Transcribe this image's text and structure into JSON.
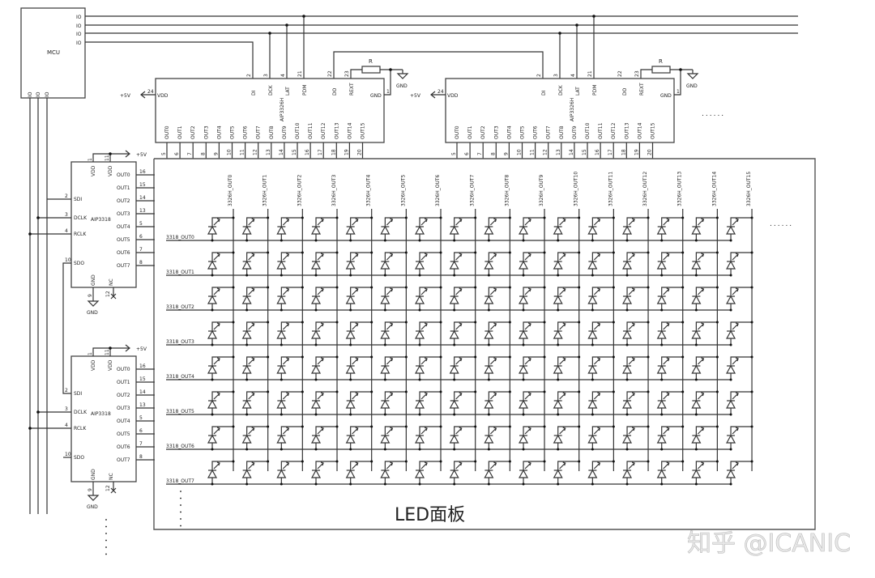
{
  "mcu": {
    "label": "MCU",
    "right_pins": [
      "IO",
      "IO",
      "IO",
      "IO"
    ],
    "bottom_pins": [
      "IO",
      "IO",
      "IO"
    ]
  },
  "driver_3326": {
    "part": "AIP3326H",
    "top_pins": [
      {
        "num": "2",
        "name": "DI"
      },
      {
        "num": "3",
        "name": "DCK"
      },
      {
        "num": "4",
        "name": "LAT"
      },
      {
        "num": "21",
        "name": "PDM"
      },
      {
        "num": "22",
        "name": "DO"
      },
      {
        "num": "23",
        "name": "REXT"
      }
    ],
    "vdd": {
      "num": "24",
      "name": "VDD",
      "supply": "+5V"
    },
    "gnd": {
      "num": "1",
      "name": "GND"
    },
    "resistor": "R",
    "gnd_symbol": "GND",
    "outputs": [
      "OUT0",
      "OUT1",
      "OUT2",
      "OUT3",
      "OUT4",
      "OUT5",
      "OUT6",
      "OUT7",
      "OUT8",
      "OUT9",
      "OUT10",
      "OUT11",
      "OUT12",
      "OUT13",
      "OUT14",
      "OUT15"
    ],
    "output_pins": [
      "5",
      "6",
      "7",
      "8",
      "9",
      "10",
      "11",
      "12",
      "13",
      "14",
      "15",
      "16",
      "17",
      "18",
      "19",
      "20"
    ]
  },
  "driver_3318": {
    "part": "AIP3318",
    "vdd_pins": [
      {
        "num": "1",
        "name": "VDD"
      },
      {
        "num": "11",
        "name": "VDD"
      }
    ],
    "supply": "+5V",
    "left_pins": [
      {
        "num": "2",
        "name": "SDI"
      },
      {
        "num": "3",
        "name": "DCLK"
      },
      {
        "num": "4",
        "name": "RCLK"
      },
      {
        "num": "10",
        "name": "SDO"
      }
    ],
    "outputs": [
      "OUT0",
      "OUT1",
      "OUT2",
      "OUT3",
      "OUT4",
      "OUT5",
      "OUT6",
      "OUT7"
    ],
    "output_pins": [
      "16",
      "15",
      "14",
      "13",
      "5",
      "6",
      "7",
      "8"
    ],
    "bottom_pins": [
      {
        "num": "9",
        "name": "GND"
      },
      {
        "num": "12",
        "name": "NC"
      }
    ],
    "gnd_symbol": "GND"
  },
  "led_panel": {
    "title": "LED面板",
    "column_nets": [
      "3326H_OUT0",
      "3326H_OUT1",
      "3326H_OUT2",
      "3326H_OUT3",
      "3326H_OUT4",
      "3326H_OUT5",
      "3326H_OUT6",
      "3326H_OUT7",
      "3326H_OUT8",
      "3326H_OUT9",
      "3326H_OUT10",
      "3326H_OUT11",
      "3326H_OUT12",
      "3326H_OUT13",
      "3326H_OUT14",
      "3326H_OUT15"
    ],
    "row_nets": [
      "3318_OUT0",
      "3318_OUT1",
      "3318_OUT2",
      "3318_OUT3",
      "3318_OUT4",
      "3318_OUT5",
      "3318_OUT6",
      "3318_OUT7"
    ],
    "continuation": "......"
  },
  "watermark": "知乎 @ICANIC"
}
